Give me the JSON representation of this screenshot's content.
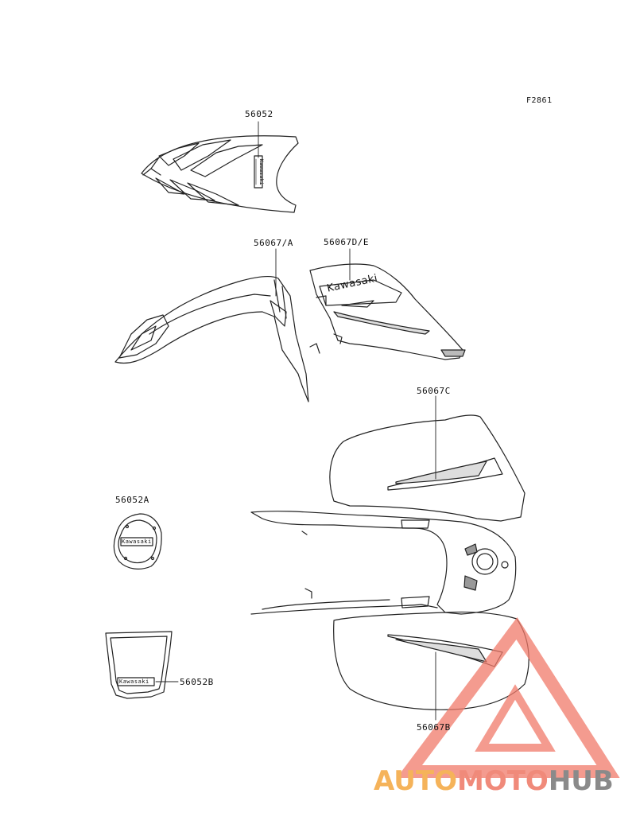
{
  "figure_code": "F2861",
  "labels": {
    "seat_decal": "56052",
    "front_left": "56067/A",
    "front_right": "56067D/E",
    "rear_upper": "56067C",
    "round_emblem": "56052A",
    "shield_emblem": "56052B",
    "rear_lower": "56067B"
  },
  "brand_text": "Kawasaki",
  "watermark": {
    "part1": "AUTO",
    "part2": "MOTO",
    "part3": "HUB"
  }
}
